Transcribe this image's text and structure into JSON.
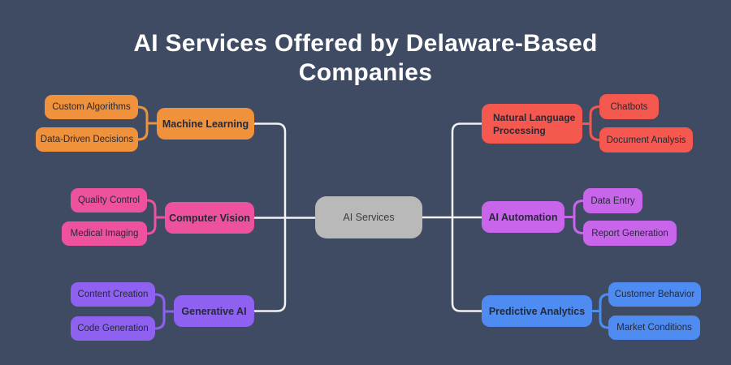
{
  "title": {
    "line1": "AI Services Offered by Delaware-Based",
    "line2": "Companies",
    "text_color": "#ffffff"
  },
  "background_color": "#3f4a63",
  "connector_color": "#f2f2f2",
  "node_text_color": "#252a37",
  "center": {
    "label": "AI Services",
    "color": "#b9b9b9",
    "text_color": "#3d3d3d"
  },
  "branches": [
    {
      "label": "Machine Learning",
      "side": "left",
      "color": "#f0913c",
      "children": [
        "Custom Algorithms",
        "Data-Driven Decisions"
      ]
    },
    {
      "label": "Computer Vision",
      "side": "left",
      "color": "#ee519e",
      "children": [
        "Quality Control",
        "Medical Imaging"
      ]
    },
    {
      "label": "Generative AI",
      "side": "left",
      "color": "#8e61f0",
      "children": [
        "Content Creation",
        "Code Generation"
      ]
    },
    {
      "label": "Natural Language Processing",
      "side": "right",
      "color": "#f4584e",
      "children": [
        "Chatbots",
        "Document Analysis"
      ]
    },
    {
      "label": "AI Automation",
      "side": "right",
      "color": "#c965ea",
      "children": [
        "Data Entry",
        "Report Generation"
      ]
    },
    {
      "label": "Predictive Analytics",
      "side": "right",
      "color": "#4f8cf2",
      "children": [
        "Customer Behavior",
        "Market Conditions"
      ]
    }
  ]
}
